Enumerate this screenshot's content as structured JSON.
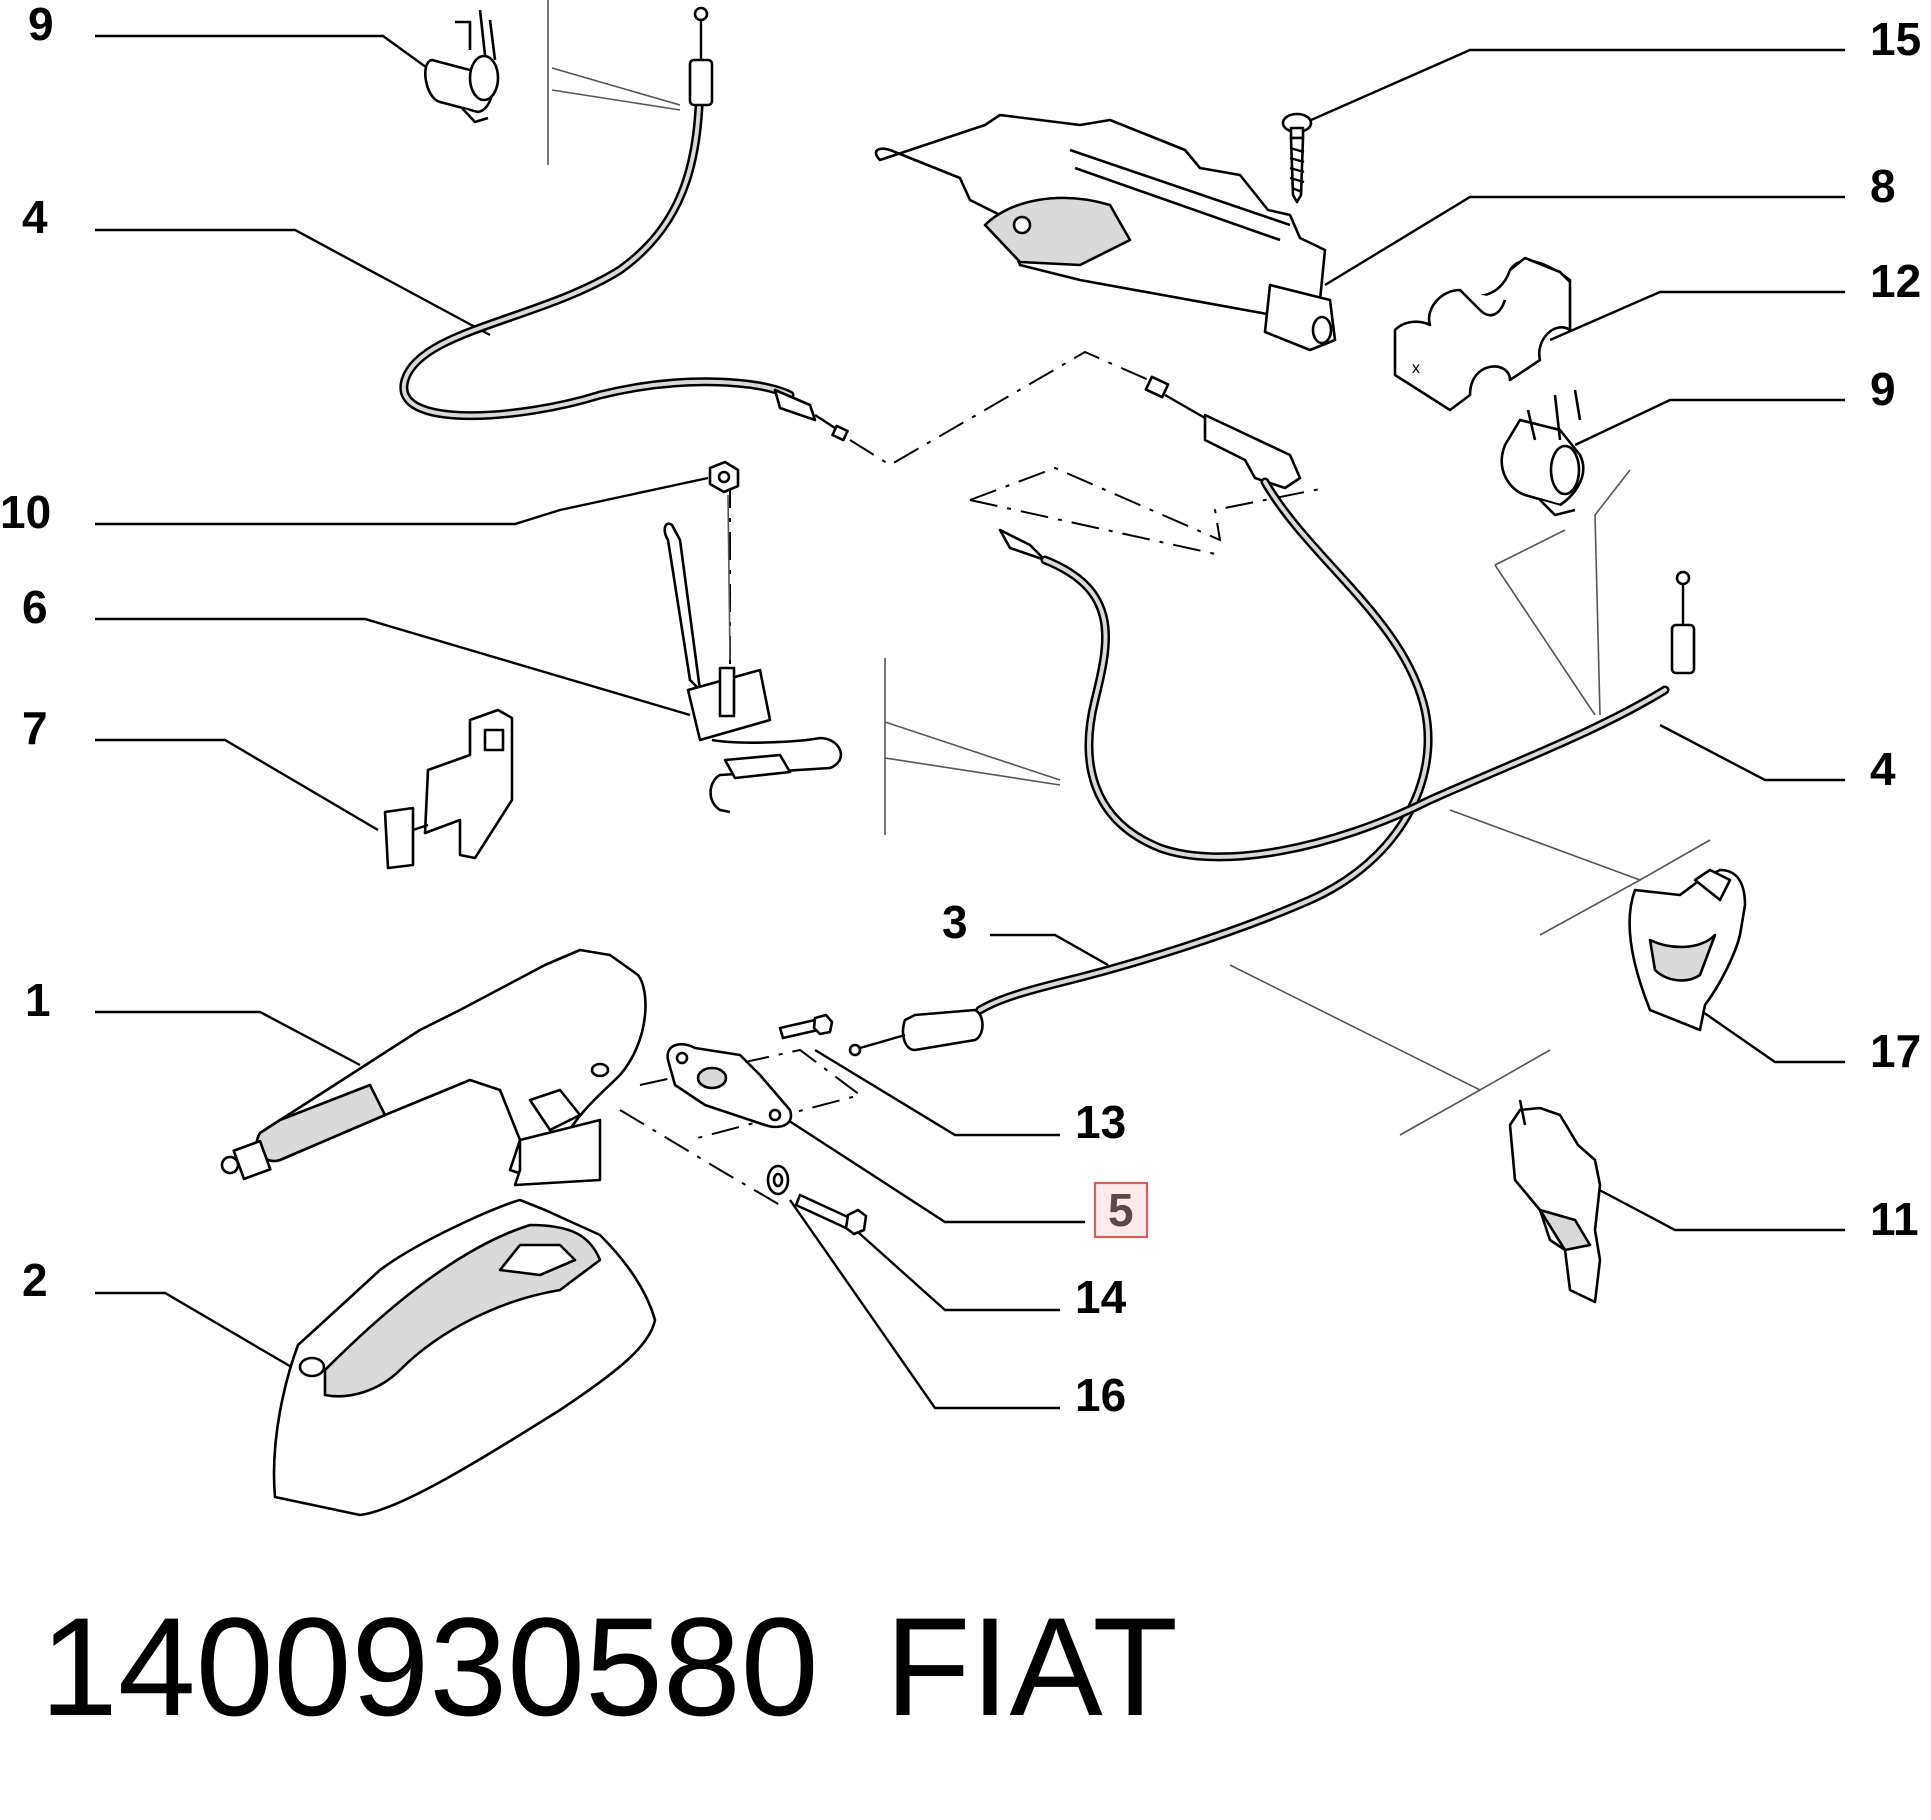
{
  "callouts": {
    "c9a": "9",
    "c4a": "4",
    "c10": "10",
    "c6": "6",
    "c7": "7",
    "c1": "1",
    "c2": "2",
    "c15": "15",
    "c8": "8",
    "c12": "12",
    "c9b": "9",
    "c4b": "4",
    "c17": "17",
    "c11": "11",
    "c3": "3",
    "c13": "13",
    "c5": "5",
    "c14": "14",
    "c16": "16"
  },
  "highlighted_callout": "5",
  "footer": {
    "part_number": "1400930580",
    "brand": "FIAT"
  },
  "colors": {
    "highlight_border": "#d85c5c",
    "highlight_fill": "#fbeaea",
    "highlight_text": "#5b4a4a"
  }
}
